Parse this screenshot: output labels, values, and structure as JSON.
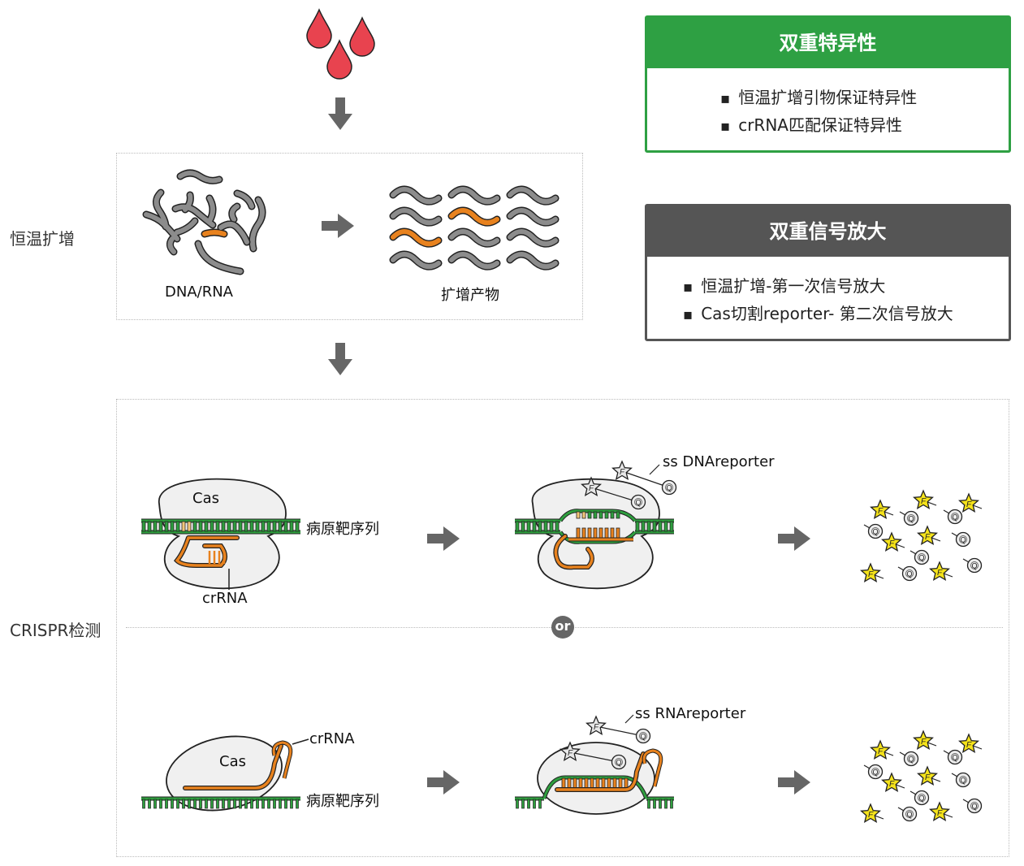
{
  "stages": {
    "amplification": "恒温扩增",
    "crispr": "CRISPR检测"
  },
  "amp": {
    "input_label": "DNA/RNA",
    "product_label": "扩增产物"
  },
  "dna_row": {
    "cas": "Cas",
    "target": "病原靶序列",
    "crrna": "crRNA",
    "reporter": "ss DNAreporter"
  },
  "rna_row": {
    "cas": "Cas",
    "target": "病原靶序列",
    "crrna": "crRNA",
    "reporter": "ss RNAreporter"
  },
  "or_label": "or",
  "panel_specificity": {
    "title": "双重特异性",
    "items": [
      "恒温扩增引物保证特异性",
      "crRNA匹配保证特异性"
    ],
    "color": "#2ea043"
  },
  "panel_signal": {
    "title": "双重信号放大",
    "items": [
      "恒温扩增-第一次信号放大",
      "Cas切割reporter-  第二次信号放大"
    ],
    "color": "#555555"
  },
  "fluorophore_letter": "F",
  "quencher_letter": "Q",
  "colors": {
    "green": "#2e9e3e",
    "orange": "#e8821e",
    "gray_strand": "#8c8c8c",
    "drop": "#e8434f",
    "star": "#f5e31a",
    "arrow": "#666666"
  }
}
